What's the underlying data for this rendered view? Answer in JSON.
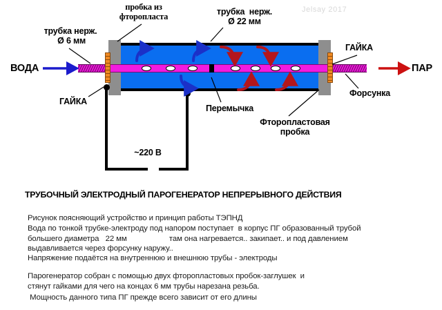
{
  "watermark": "Jelsay 2017",
  "flow": {
    "inlet_label": "ВОДА",
    "outlet_label": "ПАР",
    "inlet_arrow_color": "#1b1bcc",
    "outlet_arrow_color": "#cc1111"
  },
  "callouts": {
    "thin_tube": "трубка нерж.\n Ø 6 мм",
    "ptfe_plug_top": "пробка из\nфторопласта",
    "outer_tube": "трубка  нерж.\nØ 22 мм",
    "nut_left": "ГАЙКА",
    "nut_right": "ГАЙКА",
    "nozzle": "Форсунка",
    "jumper": "Перемычка",
    "ptfe_plug_right": "Фторопластовая\nпробка",
    "mains": "~220 В"
  },
  "colors": {
    "water_fill": "#0a6ef0",
    "inner_tube": "#f21bdf",
    "plug_gray": "#8e8e8e",
    "nut_orange": "#f08a22",
    "cold_arrow": "#1b30c8",
    "hot_arrow": "#b3161c",
    "outline": "#000000"
  },
  "title": "ТРУБОЧНЫЙ ЭЛЕКТРОДНЫЙ ПАРОГЕНЕРАТОР НЕПРЕРЫВНОГО ДЕЙСТВИЯ",
  "body": [
    "Рисунок поясняющий устройство и принцип работы ТЭПНД",
    "Вода по тонкой трубке-электроду под напором поступает  в корпус ПГ образованный трубой",
    "большего диаметра   22 мм                    там она нагревается.. закипает.. и под давлением",
    "выдавливается через форсунку наружу..",
    "Напряжение подаётся на внутреннюю и внешнюю трубы - электроды",
    "Парогенератор собран с помощью двух фторопластовых пробок-заглушек  и",
    "стянут гайками для чего на концах 6 мм трубы нарезана резьба.",
    " Мощность данного типа ПГ прежде всего зависит от его длины"
  ],
  "icons": {
    "inlet_arrow": "right-arrow-icon",
    "outlet_arrow": "right-arrow-icon",
    "cold_flow": "curved-arrow-icon",
    "hot_flow": "curved-arrow-icon"
  }
}
